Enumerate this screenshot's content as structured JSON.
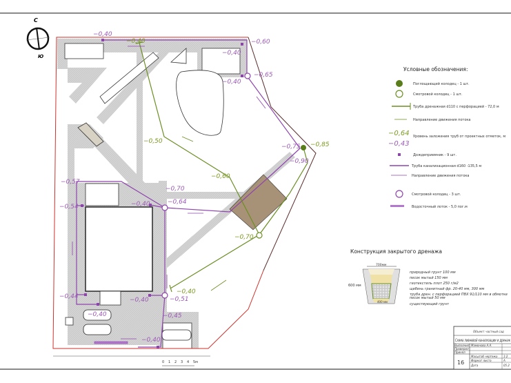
{
  "compass": {
    "north": "С",
    "south": "Ю"
  },
  "plan": {
    "labels_purple": [
      "−0,40",
      "−0,40",
      "−0,60",
      "−0,40",
      "−0,65",
      "−0,40",
      "−0,57",
      "−0,54",
      "−0,40",
      "−0,64",
      "−0,44",
      "−0,40",
      "−0,51",
      "−0,45",
      "−0,40",
      "−0,70",
      "−0,75",
      "−0,90"
    ],
    "labels_green": [
      "−0,40",
      "−0,50",
      "−0,60",
      "−0,70",
      "−0,85",
      "−0,40"
    ],
    "scale_bar": [
      "0",
      "1",
      "2",
      "3",
      "4",
      "5м"
    ]
  },
  "legend": {
    "title": "Условные обозначения:",
    "items": [
      "Поглощающий колодец - 1 шт.",
      "Смотровой колодец - 1 шт.",
      "Труба дренажная d110 с перфорацией - 72,0 м",
      "Направление движения потока",
      "Уровень заложения труб от проектных отметок, м",
      "Дождеприемник - 9 шт.",
      "Труба канализационная d160 -135,5 м",
      "Направление движения потока",
      "Смотровой колодец - 3 шт.",
      "Водосточный лоток - 5,0 пог.м"
    ],
    "sample_green": "−0,64",
    "sample_purple": "−0,43"
  },
  "drainage": {
    "title": "Конструкция закрытого дренажа",
    "width_label": "700мм",
    "height_label": "600 мм",
    "bottom_label": "400 мм",
    "layers": [
      "природный грунт 100 мм",
      "песок мытый 150 мм",
      "геотекстиль плот 250 г/м2",
      "щебень гранитный фр. 20-40 мм, 300 мм",
      "труба дрен. с перфорацией ПВХ 91/110 мм в обмотке",
      "песок мытый 50 мм",
      "существующий грунт"
    ]
  },
  "title_block": {
    "object": "Объект: частный сад",
    "sheet_title": "Схема ливневой канализации и дренаж",
    "rows": [
      [
        "Выполнил",
        "Мамонова А.А."
      ],
      [
        "Проверил",
        ""
      ],
      [
        "Принял",
        ""
      ]
    ],
    "sheet_number": "16",
    "params": [
      [
        "Масштаб чертежа",
        "1:2"
      ],
      [
        "Формат листа",
        "А"
      ],
      [
        "Дата",
        "05.2"
      ]
    ]
  },
  "colors": {
    "purple": "#8e44ad",
    "green": "#6b8e23",
    "boundary": "#d0302a",
    "path": "#cfcfcf",
    "deck": "#a89277"
  }
}
